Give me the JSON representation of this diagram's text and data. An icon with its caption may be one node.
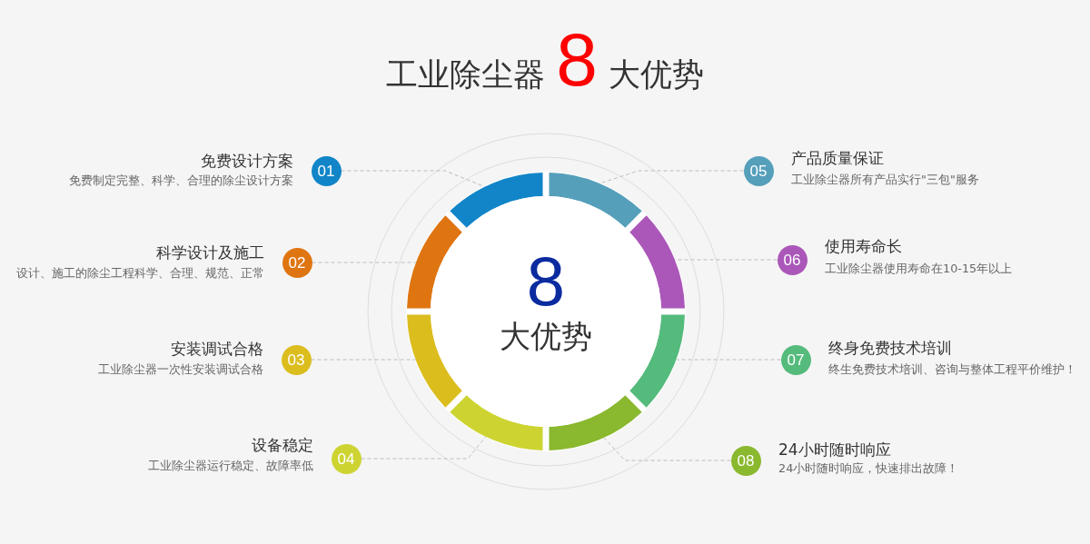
{
  "diagram": {
    "title": "工业除尘器**8**大优势",
    "nodes": [
      {
        "text": [
          "8",
          "大优势"
        ]
      },
      {
        "text": [
          "01"
        ],
        "beside": [
          "免费设计方案",
          "免费制定完整、科学、合理的除尘设计方案"
        ]
      },
      {
        "text": [
          "02"
        ],
        "beside": [
          "科学设计及施工",
          "设计、施工的除尘工程科学、合理、规范、正常"
        ]
      },
      {
        "text": [
          "03"
        ],
        "beside": [
          "安装调试合格",
          "工业除尘器一次性安装调试合格"
        ]
      },
      {
        "text": [
          "04"
        ],
        "beside": [
          "设备稳定",
          "工业除尘器运行稳定、故障率低"
        ]
      },
      {
        "text": [
          "05"
        ],
        "beside": [
          "产品质量保证",
          "工业除尘器所有产品实行\"三包\"服务"
        ]
      },
      {
        "text": [
          "06"
        ],
        "beside": [
          "使用寿命长",
          "工业除尘器使用寿命在10-15年以上"
        ]
      },
      {
        "text": [
          "07"
        ],
        "beside": [
          "终身免费技术培训",
          "终生免费技术培训、咨询与整体工程平价维护！"
        ]
      },
      {
        "text": [
          "08"
        ],
        "beside": [
          "24小时随时响应",
          "24小时随时响应，快速排出故障！"
        ]
      },
      {
        "text": [],
        "shape": "arc"
      },
      {
        "text": [],
        "shape": "arc"
      },
      {
        "text": [],
        "shape": "arc"
      },
      {
        "text": [],
        "shape": "arc"
      },
      {
        "text": [],
        "shape": "arc"
      },
      {
        "text": [],
        "shape": "arc"
      },
      {
        "text": [],
        "shape": "arc"
      },
      {
        "text": [],
        "shape": "arc"
      }
    ],
    "edges": [
      {
        "from": 1,
        "to": 9,
        "arrow": "none",
        "style": "dashed"
      },
      {
        "from": 2,
        "to": 10,
        "arrow": "none",
        "style": "dashed"
      },
      {
        "from": 3,
        "to": 11,
        "arrow": "none",
        "style": "dashed"
      },
      {
        "from": 4,
        "to": 12,
        "arrow": "none",
        "style": "dashed"
      },
      {
        "from": 5,
        "to": 13,
        "arrow": "none",
        "style": "dashed"
      },
      {
        "from": 6,
        "to": 14,
        "arrow": "none",
        "style": "dashed"
      },
      {
        "from": 7,
        "to": 15,
        "arrow": "none",
        "style": "dashed"
      },
      {
        "from": 8,
        "to": 16,
        "arrow": "none",
        "style": "dashed"
      }
    ]
  }
}
